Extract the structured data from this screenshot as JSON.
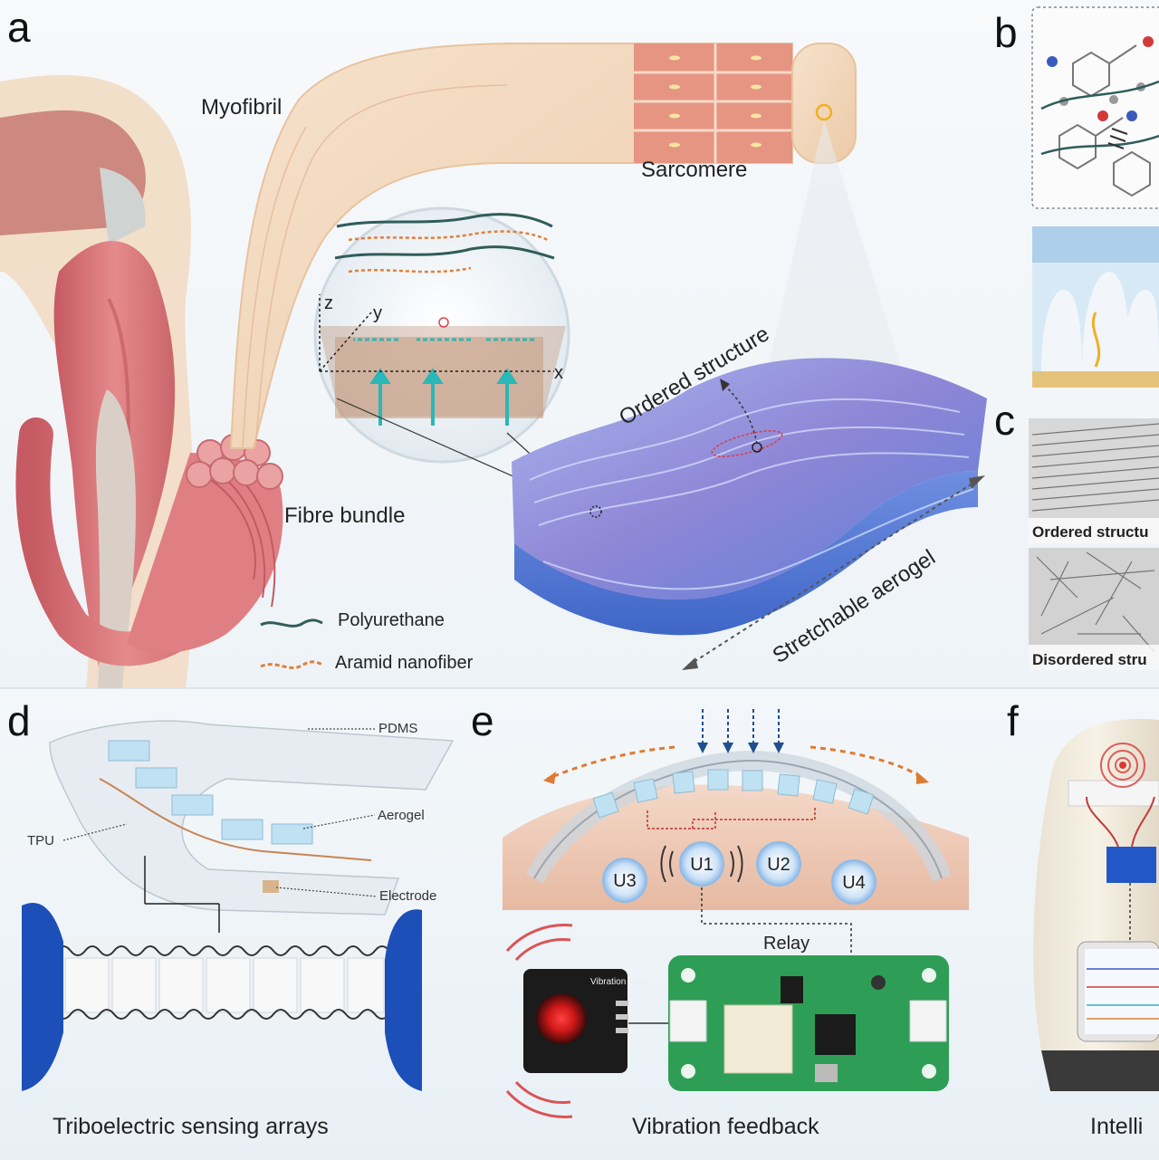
{
  "panels": {
    "a": "a",
    "b": "b",
    "c": "c",
    "d": "d",
    "e": "e",
    "f": "f"
  },
  "panel_a": {
    "myofibril": "Myofibril",
    "sarcomere": "Sarcomere",
    "fibre_bundle": "Fibre bundle",
    "ordered_structure": "Ordered structure",
    "stretchable_aerogel": "Stretchable aerogel",
    "axis_x": "x",
    "axis_y": "y",
    "axis_z": "z",
    "legend": [
      {
        "label": "Polyurethane",
        "color": "#2f5d5a"
      },
      {
        "label": "Aramid nanofiber",
        "color": "#e0803a"
      }
    ]
  },
  "panel_c": {
    "ordered": "Ordered structu",
    "disordered": "Disordered stru"
  },
  "panel_d": {
    "pdms": "PDMS",
    "tpu": "TPU",
    "aerogel": "Aerogel",
    "electrode": "Electrode",
    "caption": "Triboelectric sensing arrays"
  },
  "panel_e": {
    "units": [
      "U3",
      "U1",
      "U2",
      "U4"
    ],
    "relay": "Relay",
    "caption": "Vibration feedback",
    "motor_label": "Vibration Motor"
  },
  "panel_f": {
    "caption": "Intelli"
  },
  "colors": {
    "muscle": "#d9747a",
    "skin": "#f2dcc4",
    "aerogel": "#7b8fd6",
    "pcb": "#2e9e56",
    "teal": "#2ab7b7"
  }
}
